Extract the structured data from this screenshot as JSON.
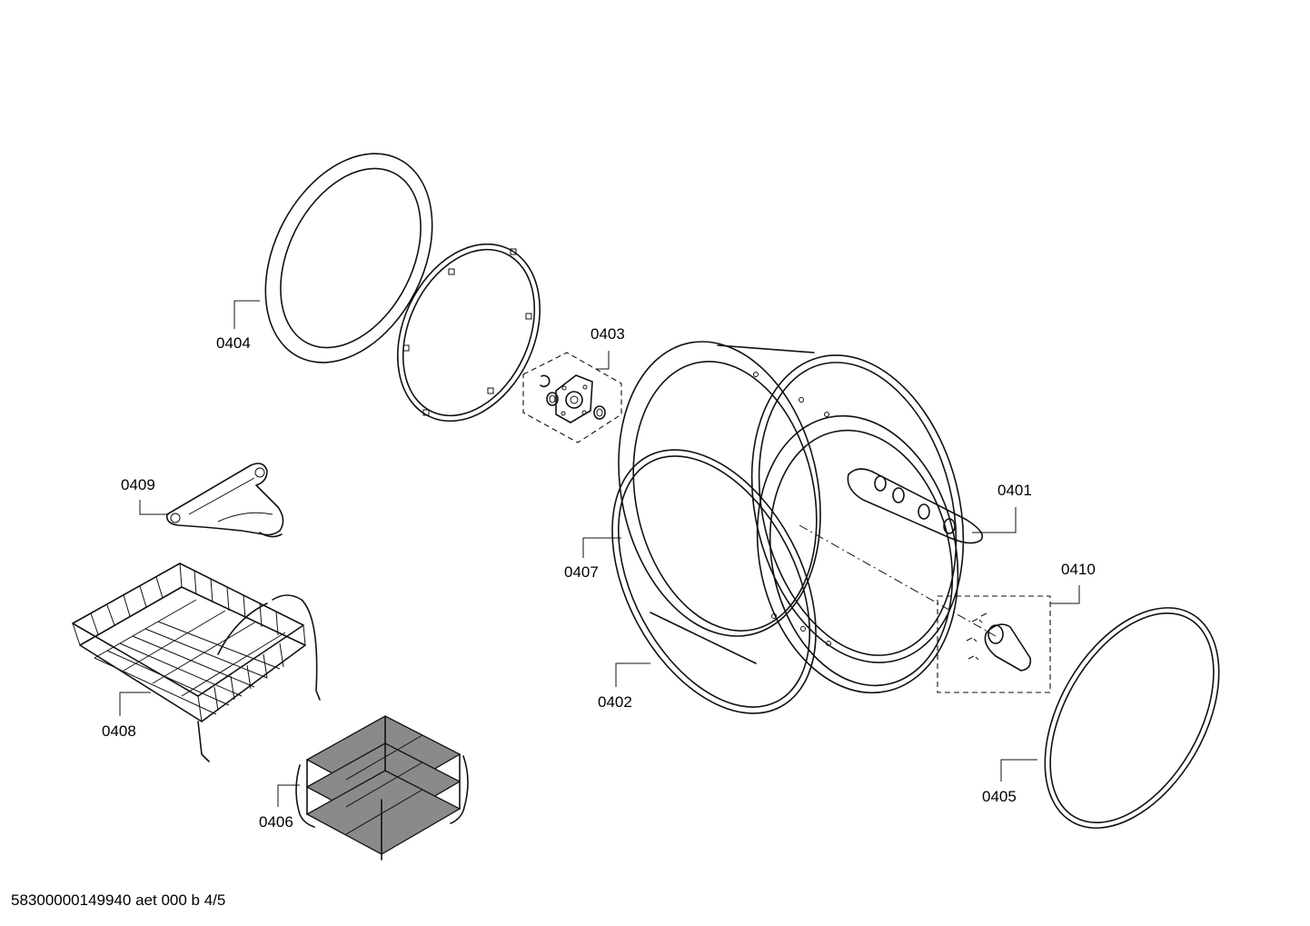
{
  "footer_code": "58300000149940 aet 000 b 4/5",
  "parts": [
    {
      "id": "p0401",
      "label": "0401"
    },
    {
      "id": "p0402",
      "label": "0402"
    },
    {
      "id": "p0403",
      "label": "0403"
    },
    {
      "id": "p0404",
      "label": "0404"
    },
    {
      "id": "p0405",
      "label": "0405"
    },
    {
      "id": "p0406",
      "label": "0406"
    },
    {
      "id": "p0407",
      "label": "0407"
    },
    {
      "id": "p0408",
      "label": "0408"
    },
    {
      "id": "p0409",
      "label": "0409"
    },
    {
      "id": "p0410",
      "label": "0410"
    }
  ]
}
